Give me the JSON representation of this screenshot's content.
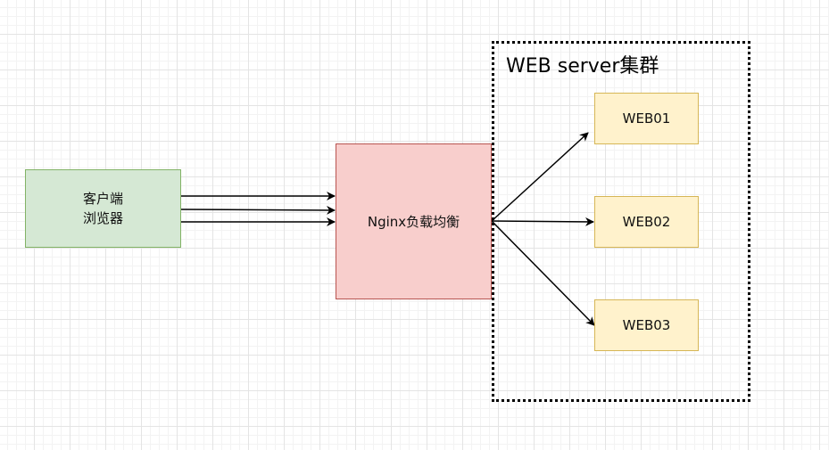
{
  "diagram": {
    "client": {
      "line1": "客户端",
      "line2": "浏览器"
    },
    "nginx": {
      "label": "Nginx负载均衡"
    },
    "cluster": {
      "title": "WEB server集群"
    },
    "servers": [
      {
        "label": "WEB01"
      },
      {
        "label": "WEB02"
      },
      {
        "label": "WEB03"
      }
    ]
  },
  "colors": {
    "client_fill": "#d5e8d4",
    "client_stroke": "#82b366",
    "nginx_fill": "#f8cecc",
    "nginx_stroke": "#b85450",
    "web_fill": "#fff2cc",
    "web_stroke": "#d6b656"
  }
}
